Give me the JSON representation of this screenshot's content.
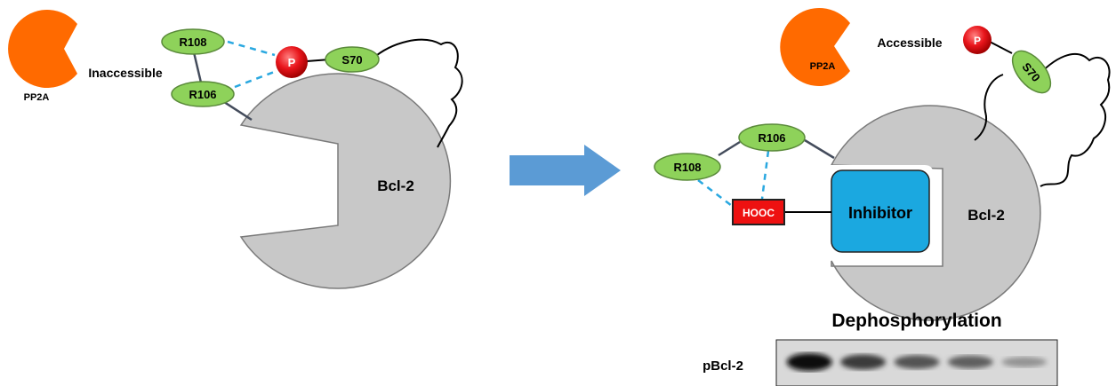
{
  "colors": {
    "pp2a": "#ff6a00",
    "residue": "#8ed25a",
    "residue_stroke": "#5a8a3a",
    "phosphate": "#e8151b",
    "bcl2": "#c8c8c8",
    "inhibitor": "#1ba8e0",
    "hooc": "#ee1111",
    "arrow": "#5b9bd5",
    "dashed_bond": "#2aa8e0"
  },
  "left_state": {
    "enzyme_label": "PP2A",
    "status_label": "Inaccessible",
    "residue_r108": "R108",
    "residue_r106": "R106",
    "phosphate_label": "P",
    "residue_s70": "S70",
    "protein_label": "Bcl-2"
  },
  "right_state": {
    "enzyme_label": "PP2A",
    "status_label": "Accessible",
    "phosphate_label": "P",
    "residue_s70": "S70",
    "residue_r106": "R106",
    "residue_r108": "R108",
    "carboxyl_label": "HOOC",
    "inhibitor_label": "Inhibitor",
    "protein_label": "Bcl-2"
  },
  "blot": {
    "title": "Dephosphorylation",
    "row_label": "pBcl-2",
    "band_intensities": [
      1.0,
      0.75,
      0.62,
      0.55,
      0.28
    ]
  }
}
